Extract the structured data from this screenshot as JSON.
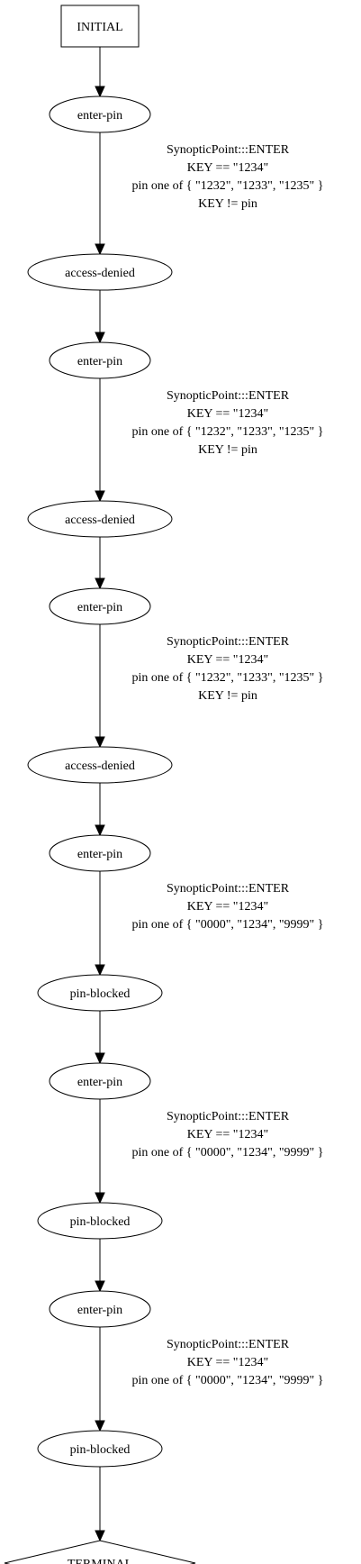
{
  "nodes": [
    {
      "id": "n0",
      "shape": "box",
      "label": "INITIAL"
    },
    {
      "id": "n1",
      "shape": "ellipse",
      "label": "enter-pin"
    },
    {
      "id": "n2",
      "shape": "ellipse",
      "label": "access-denied"
    },
    {
      "id": "n3",
      "shape": "ellipse",
      "label": "enter-pin"
    },
    {
      "id": "n4",
      "shape": "ellipse",
      "label": "access-denied"
    },
    {
      "id": "n5",
      "shape": "ellipse",
      "label": "enter-pin"
    },
    {
      "id": "n6",
      "shape": "ellipse",
      "label": "access-denied"
    },
    {
      "id": "n7",
      "shape": "ellipse",
      "label": "enter-pin"
    },
    {
      "id": "n8",
      "shape": "ellipse",
      "label": "pin-blocked"
    },
    {
      "id": "n9",
      "shape": "ellipse",
      "label": "enter-pin"
    },
    {
      "id": "n10",
      "shape": "ellipse",
      "label": "pin-blocked"
    },
    {
      "id": "n11",
      "shape": "ellipse",
      "label": "enter-pin"
    },
    {
      "id": "n12",
      "shape": "ellipse",
      "label": "pin-blocked"
    },
    {
      "id": "n13",
      "shape": "diamond",
      "label": "TERMINAL"
    }
  ],
  "edges": [
    {
      "from": "n0",
      "to": "n1",
      "label": []
    },
    {
      "from": "n1",
      "to": "n2",
      "label": [
        "SynopticPoint:::ENTER",
        "KEY == \"1234\"",
        "pin one of { \"1232\", \"1233\", \"1235\" }",
        "KEY != pin"
      ]
    },
    {
      "from": "n2",
      "to": "n3",
      "label": []
    },
    {
      "from": "n3",
      "to": "n4",
      "label": [
        "SynopticPoint:::ENTER",
        "KEY == \"1234\"",
        "pin one of { \"1232\", \"1233\", \"1235\" }",
        "KEY != pin"
      ]
    },
    {
      "from": "n4",
      "to": "n5",
      "label": []
    },
    {
      "from": "n5",
      "to": "n6",
      "label": [
        "SynopticPoint:::ENTER",
        "KEY == \"1234\"",
        "pin one of { \"1232\", \"1233\", \"1235\" }",
        "KEY != pin"
      ]
    },
    {
      "from": "n6",
      "to": "n7",
      "label": []
    },
    {
      "from": "n7",
      "to": "n8",
      "label": [
        "SynopticPoint:::ENTER",
        "KEY == \"1234\"",
        "pin one of { \"0000\", \"1234\", \"9999\" }"
      ]
    },
    {
      "from": "n8",
      "to": "n9",
      "label": []
    },
    {
      "from": "n9",
      "to": "n10",
      "label": [
        "SynopticPoint:::ENTER",
        "KEY == \"1234\"",
        "pin one of { \"0000\", \"1234\", \"9999\" }"
      ]
    },
    {
      "from": "n10",
      "to": "n11",
      "label": []
    },
    {
      "from": "n11",
      "to": "n12",
      "label": [
        "SynopticPoint:::ENTER",
        "KEY == \"1234\"",
        "pin one of { \"0000\", \"1234\", \"9999\" }"
      ]
    },
    {
      "from": "n12",
      "to": "n13",
      "label": []
    }
  ]
}
